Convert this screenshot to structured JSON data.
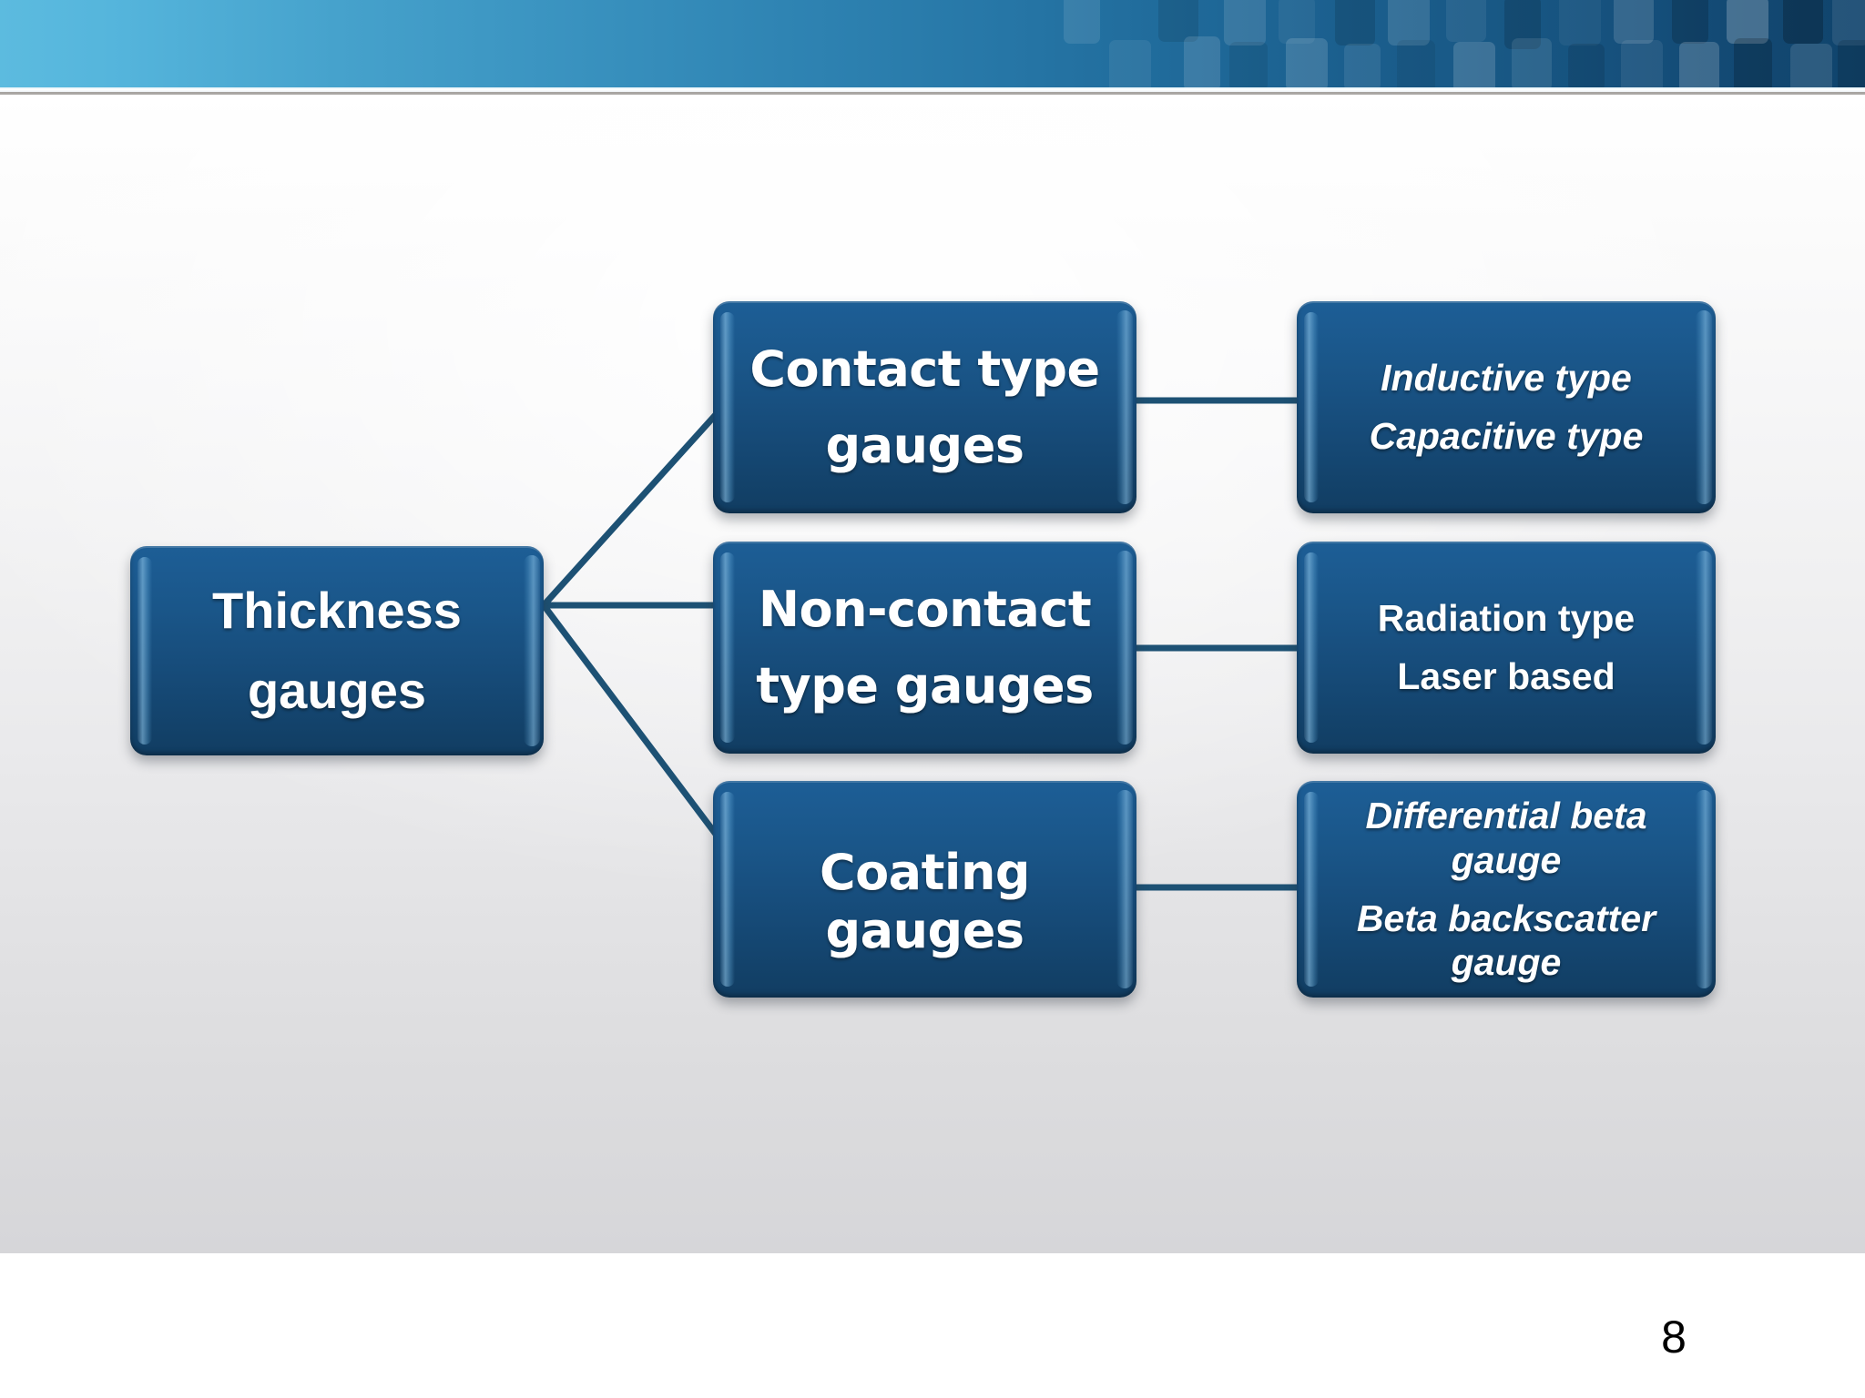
{
  "slide": {
    "page_number": "8",
    "header": {
      "gradient_from": "#5cbbdf",
      "gradient_to": "#10446c"
    },
    "theme": {
      "box_fill_top": "#1d5e96",
      "box_fill_bottom": "#113d62",
      "connector_color": "#1d5174",
      "text_color": "#ffffff",
      "background_top": "#ffffff",
      "background_bottom": "#d6d6d9"
    }
  },
  "diagram": {
    "type": "tree",
    "root": {
      "label": "Thickness gauges",
      "lines": [
        "Thickness",
        "gauges"
      ]
    },
    "branches": [
      {
        "category": {
          "label": "Contact type gauges",
          "lines": [
            "Contact type",
            "gauges"
          ]
        },
        "detail": {
          "label": "Inductive type Capacitive type",
          "lines": [
            "Inductive type",
            "Capacitive type"
          ]
        }
      },
      {
        "category": {
          "label": "Non-contact type gauges",
          "lines": [
            "Non-contact",
            "type gauges"
          ]
        },
        "detail": {
          "label": "Radiation type Laser based",
          "lines": [
            "Radiation type",
            "Laser based"
          ]
        }
      },
      {
        "category": {
          "label": "Coating gauges",
          "lines": [
            "Coating gauges"
          ]
        },
        "detail": {
          "label": "Differential beta gauge Beta backscatter gauge",
          "lines": [
            "Differential beta gauge",
            "Beta backscatter gauge"
          ]
        }
      }
    ]
  }
}
